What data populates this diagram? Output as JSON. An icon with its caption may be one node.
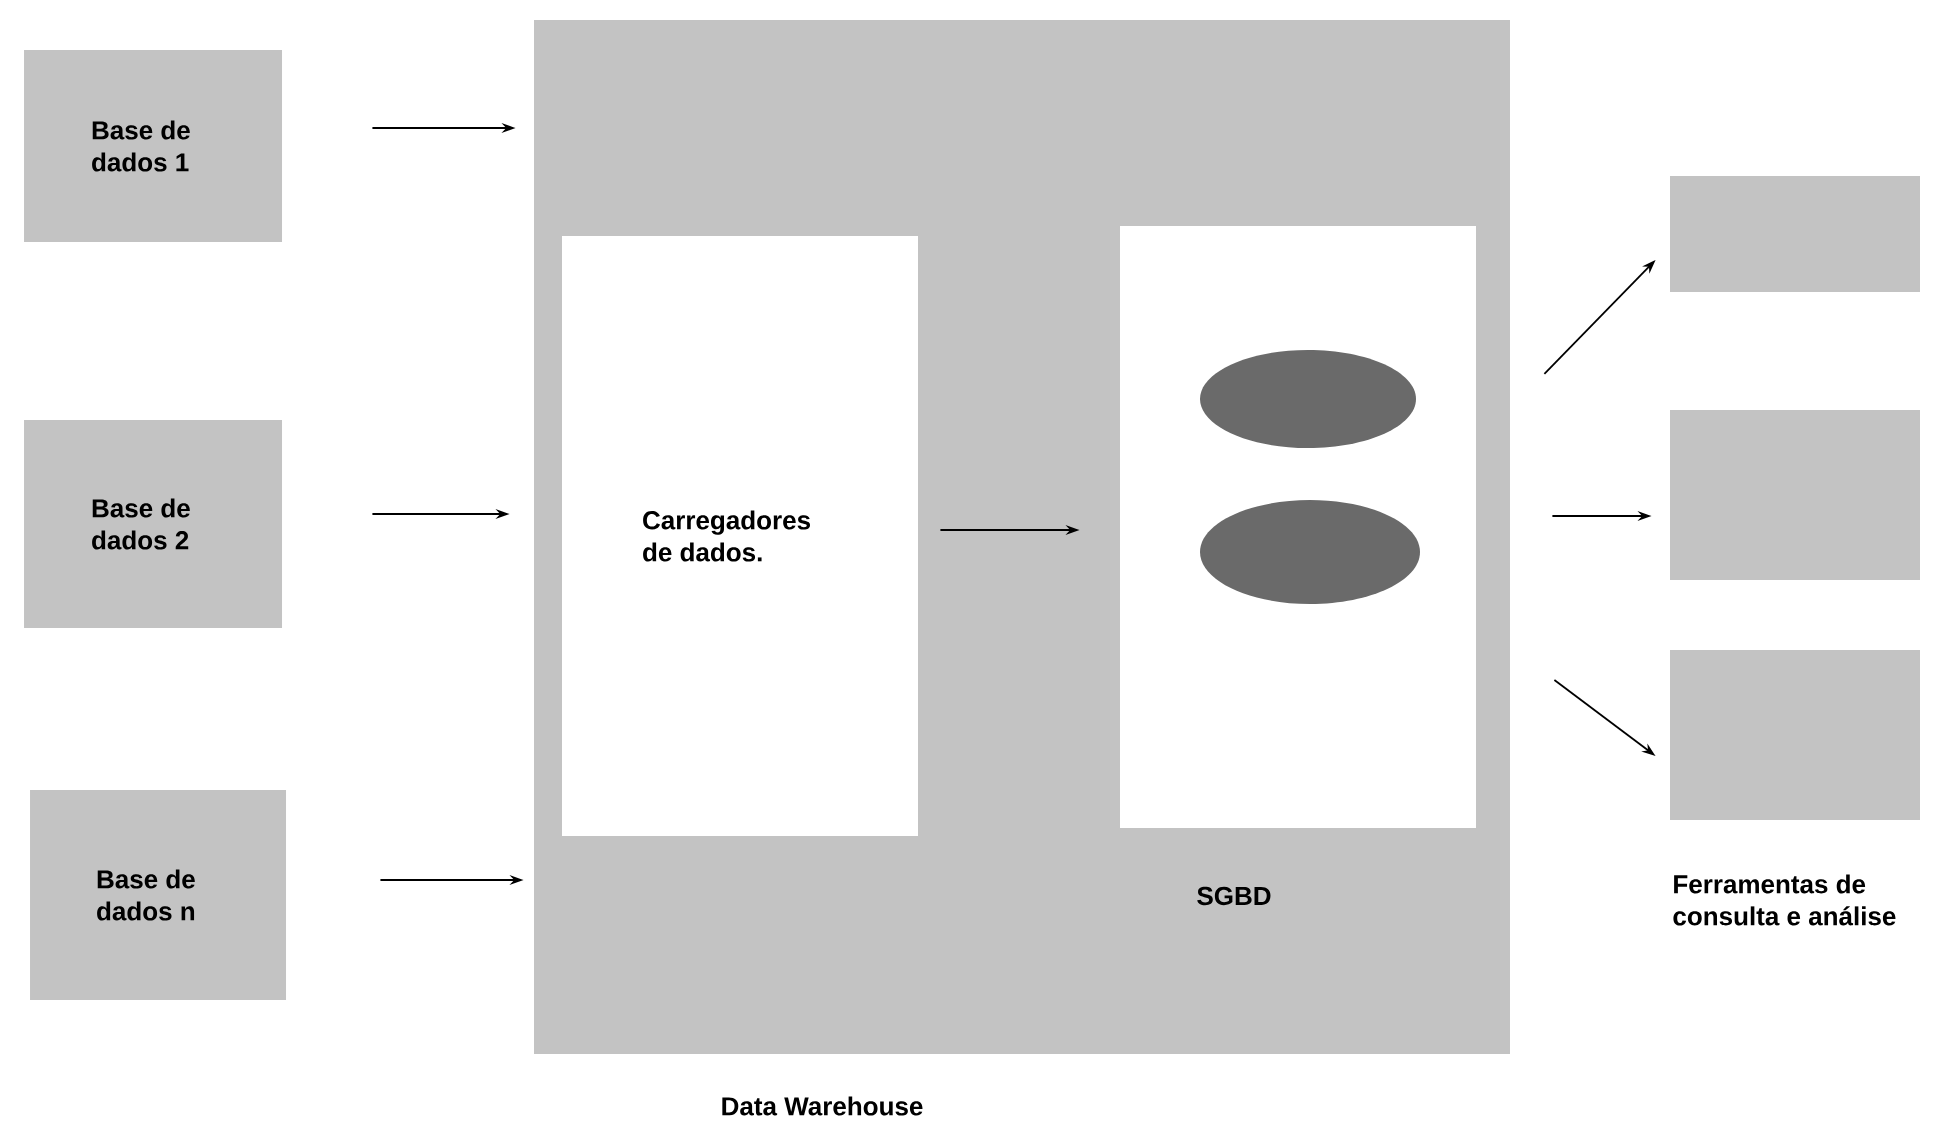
{
  "diagram": {
    "nodes": [
      {
        "text": [
          "Base de dados 1"
        ]
      },
      {
        "text": [
          "Base de dados 2"
        ]
      },
      {
        "text": [
          "Base de dados n"
        ]
      },
      {
        "text": [
          "Data Warehouse"
        ]
      },
      {
        "text": [
          "Carregadores de dados."
        ],
        "in": 3
      },
      {
        "text": [
          "SGBD"
        ],
        "in": 3
      },
      {
        "text": [],
        "shape": "ellipse",
        "in": 5
      },
      {
        "text": [],
        "shape": "ellipse",
        "in": 5
      },
      {
        "text": [],
        "shape": "box"
      },
      {
        "text": [],
        "shape": "box"
      },
      {
        "text": [],
        "shape": "box"
      }
    ],
    "edges": [
      {
        "from": 0,
        "to": 3,
        "arrow": "to"
      },
      {
        "from": 1,
        "to": 3,
        "arrow": "to"
      },
      {
        "from": 2,
        "to": 3,
        "arrow": "to"
      },
      {
        "from": 4,
        "to": 5,
        "arrow": "to"
      },
      {
        "from": 3,
        "to": 8,
        "arrow": "to"
      },
      {
        "from": 3,
        "to": 9,
        "arrow": "to"
      },
      {
        "from": 3,
        "to": 10,
        "arrow": "to"
      }
    ],
    "labels": [
      "Ferramentas de consulta e análise"
    ]
  }
}
